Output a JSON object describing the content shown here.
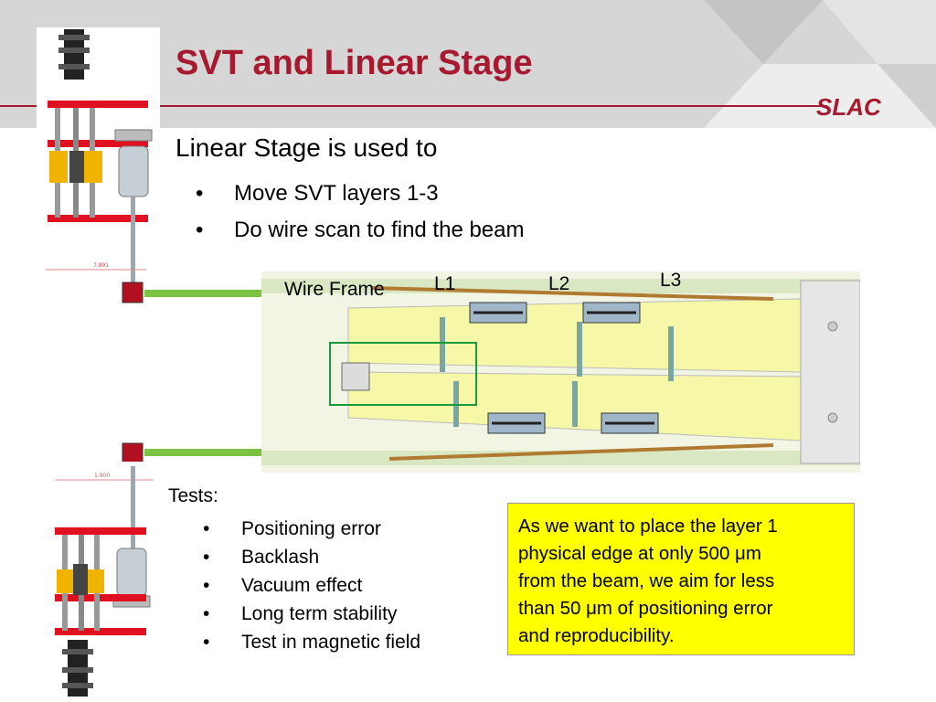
{
  "slide": {
    "title": "SVT and Linear Stage",
    "logo": "SLAC",
    "intro": "Linear Stage is used to",
    "uses": [
      "Move SVT layers 1-3",
      "Do wire scan to find the beam"
    ],
    "bullet_char": "•",
    "diagram": {
      "wire_frame_label": "Wire Frame",
      "layer_labels": [
        "L1",
        "L2",
        "L3"
      ]
    },
    "tests_label": "Tests:",
    "tests": [
      "Positioning error",
      "Backlash",
      "Vacuum effect",
      "Long term stability",
      "Test in magnetic field"
    ],
    "note_lines": [
      "As we want to place the layer 1",
      "physical edge at only 500 μm",
      "from the beam, we aim for less",
      "than 50 μm of positioning error",
      "and reproducibility."
    ],
    "colors": {
      "accent": "#a6192e",
      "header_bg": "#d6d6d6",
      "note_bg": "#ffff00",
      "connector_green": "#7cc242"
    }
  }
}
